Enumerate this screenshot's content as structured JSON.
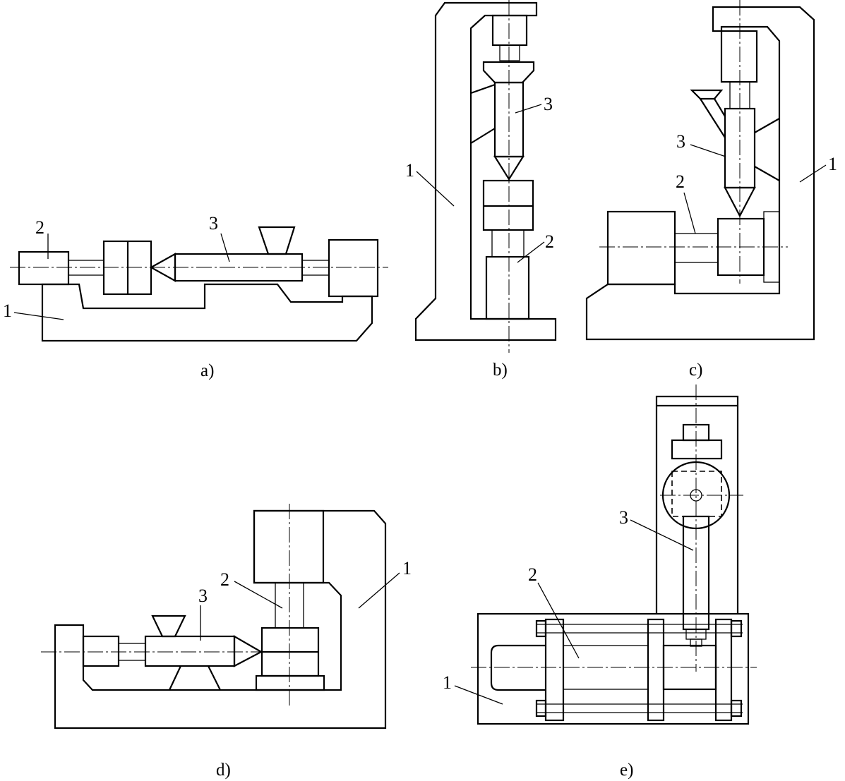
{
  "figure": {
    "panels": [
      {
        "id": "a",
        "caption": "a)",
        "labels": {
          "frame": "1",
          "clamp": "2",
          "injection": "3"
        }
      },
      {
        "id": "b",
        "caption": "b)",
        "labels": {
          "frame": "1",
          "clamp": "2",
          "injection": "3"
        }
      },
      {
        "id": "c",
        "caption": "c)",
        "labels": {
          "frame": "1",
          "clamp": "2",
          "injection": "3"
        }
      },
      {
        "id": "d",
        "caption": "d)",
        "labels": {
          "frame": "1",
          "clamp": "2",
          "injection": "3"
        }
      },
      {
        "id": "e",
        "caption": "e)",
        "labels": {
          "frame": "1",
          "clamp": "2",
          "injection": "3"
        }
      }
    ]
  }
}
